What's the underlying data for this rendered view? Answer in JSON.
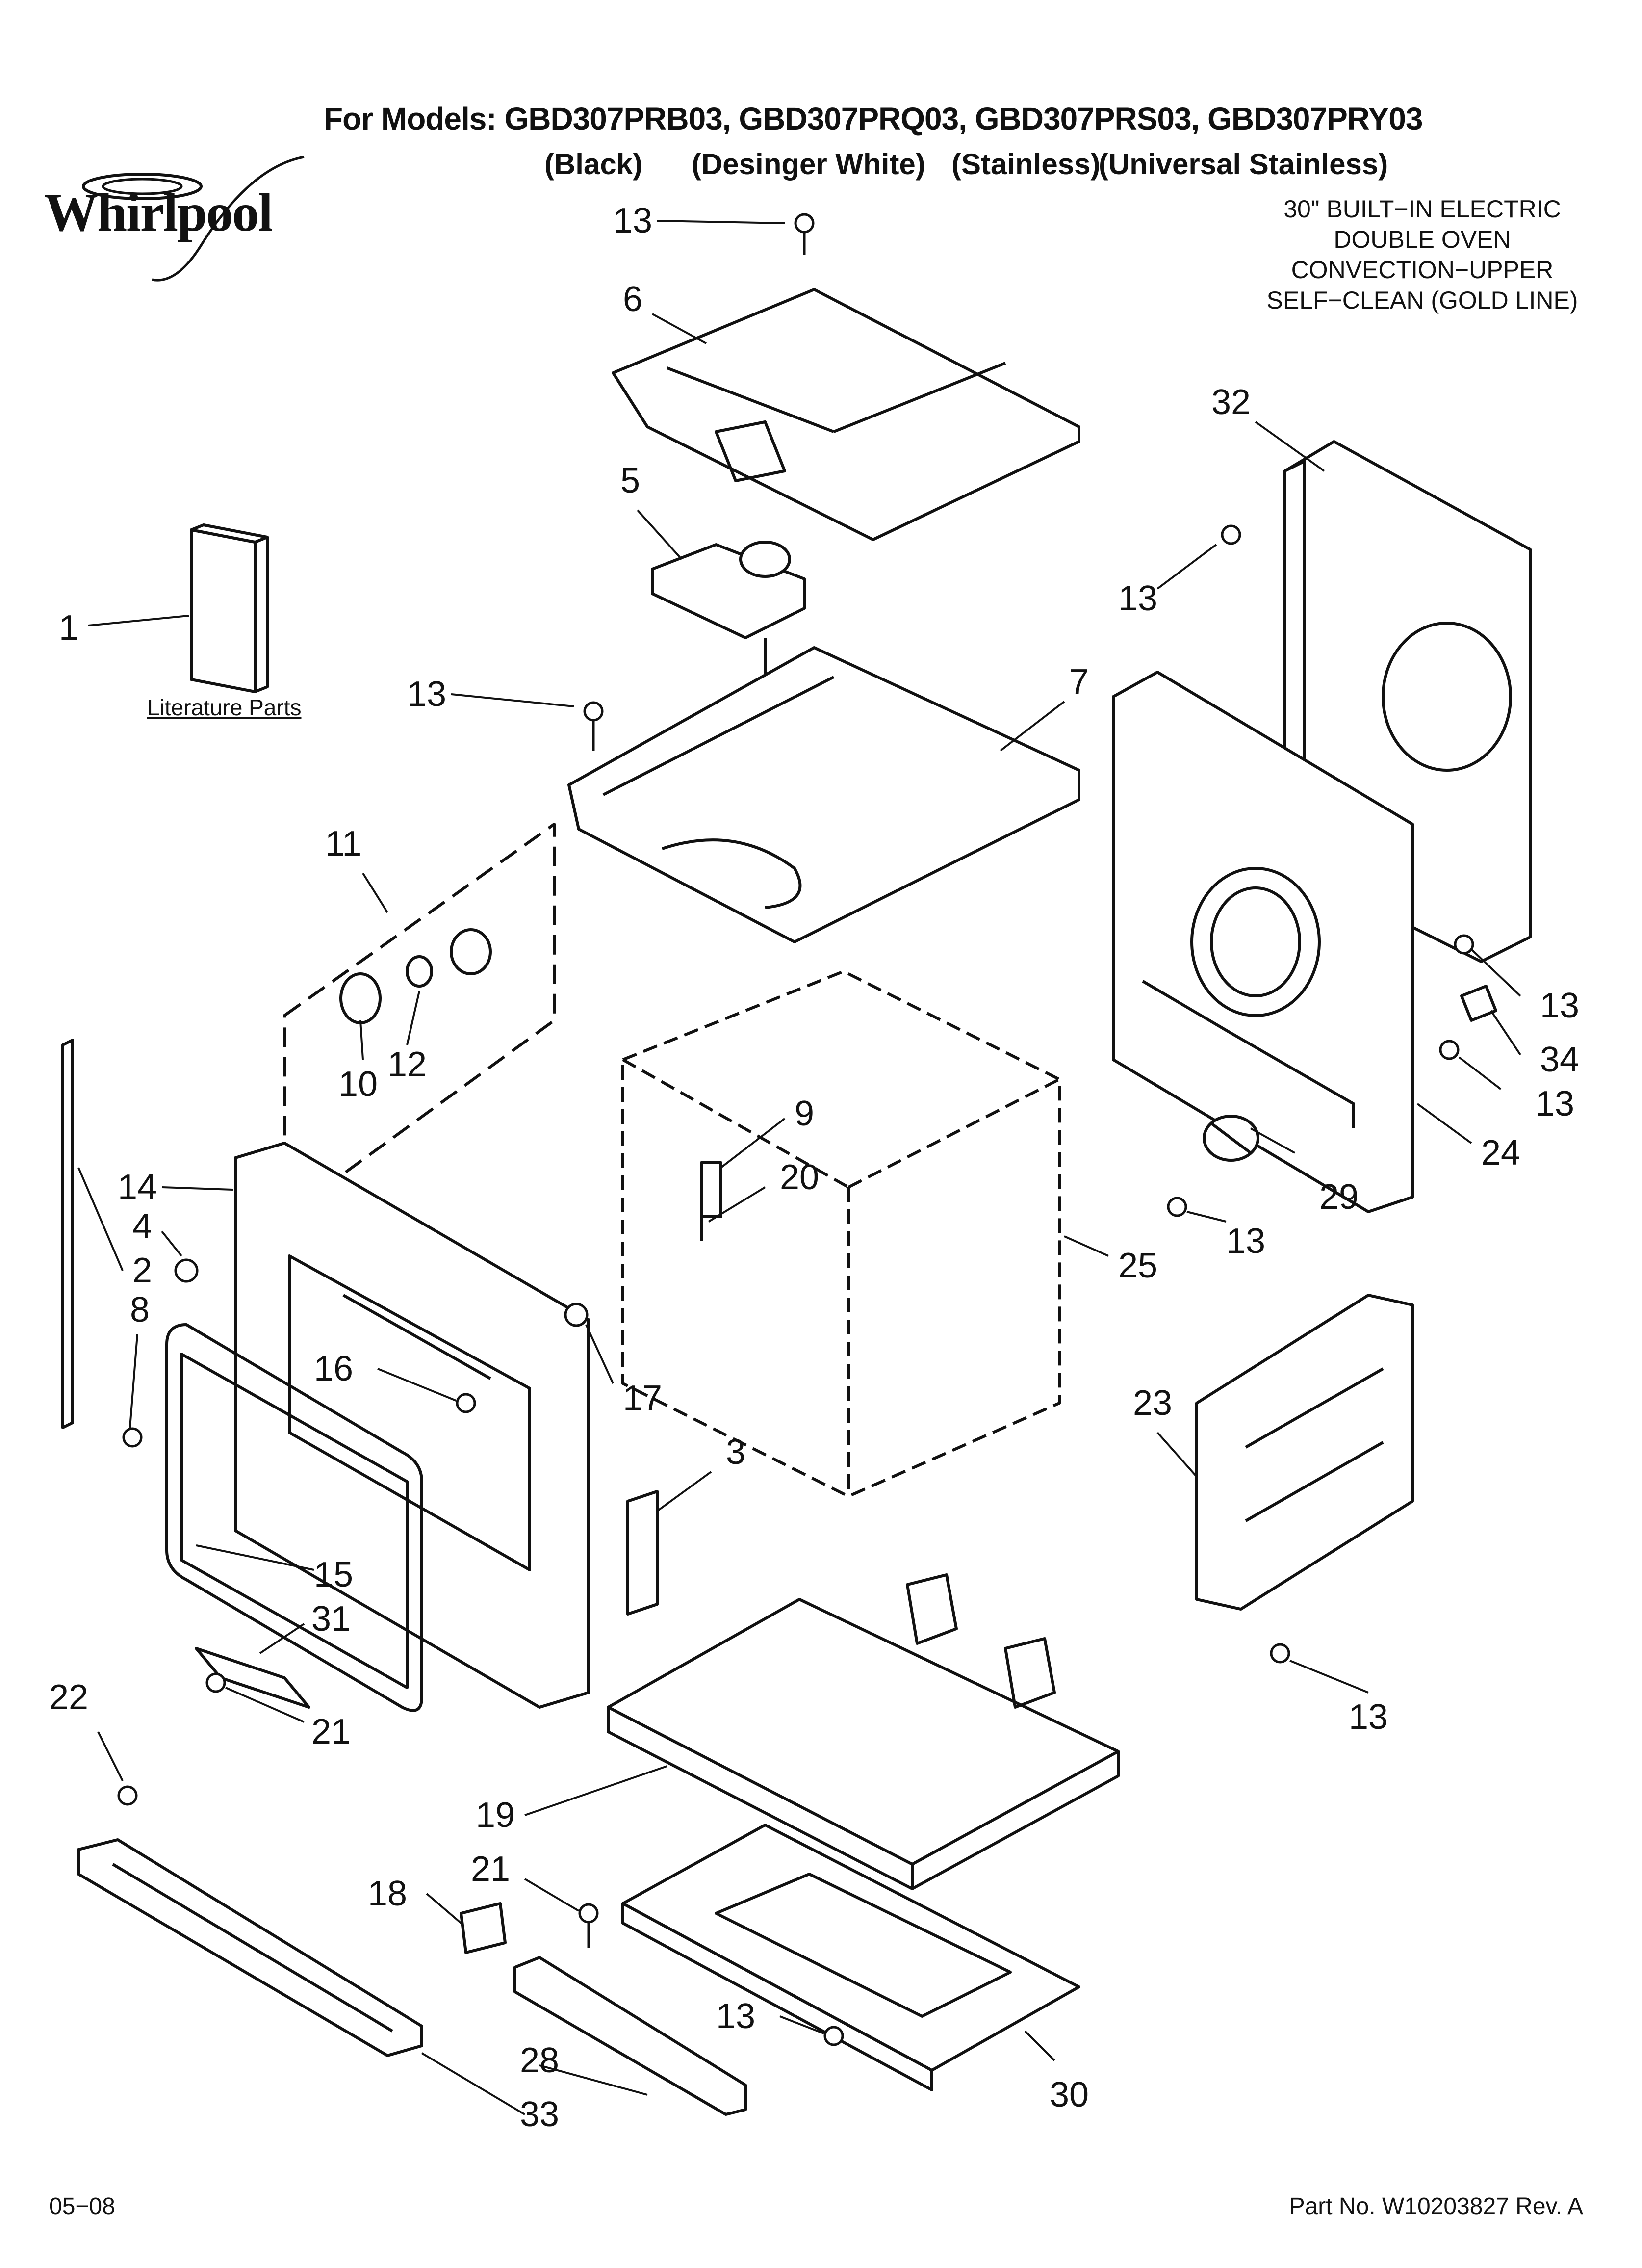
{
  "header": {
    "models_line": "For Models: GBD307PRB03, GBD307PRQ03, GBD307PRS03, GBD307PRY03",
    "finishes": [
      "(Black)",
      "(Desinger White)",
      "(Stainless)",
      "(Universal Stainless)"
    ],
    "brand": "Whirlpool",
    "appliance_description": [
      "30\" BUILT−IN ELECTRIC",
      "DOUBLE OVEN",
      "CONVECTION−UPPER",
      "SELF−CLEAN (GOLD LINE)"
    ]
  },
  "literature_label": "Literature Parts",
  "callouts": [
    "13",
    "6",
    "5",
    "7",
    "13",
    "1",
    "32",
    "13",
    "11",
    "12",
    "10",
    "14",
    "4",
    "2",
    "8",
    "9",
    "20",
    "16",
    "17",
    "25",
    "13",
    "34",
    "13",
    "24",
    "29",
    "13",
    "3",
    "15",
    "31",
    "21",
    "22",
    "23",
    "13",
    "19",
    "21",
    "18",
    "13",
    "28",
    "33",
    "30"
  ],
  "footer": {
    "date": "05−08",
    "part_number": "Part No. W10203827 Rev. A"
  }
}
